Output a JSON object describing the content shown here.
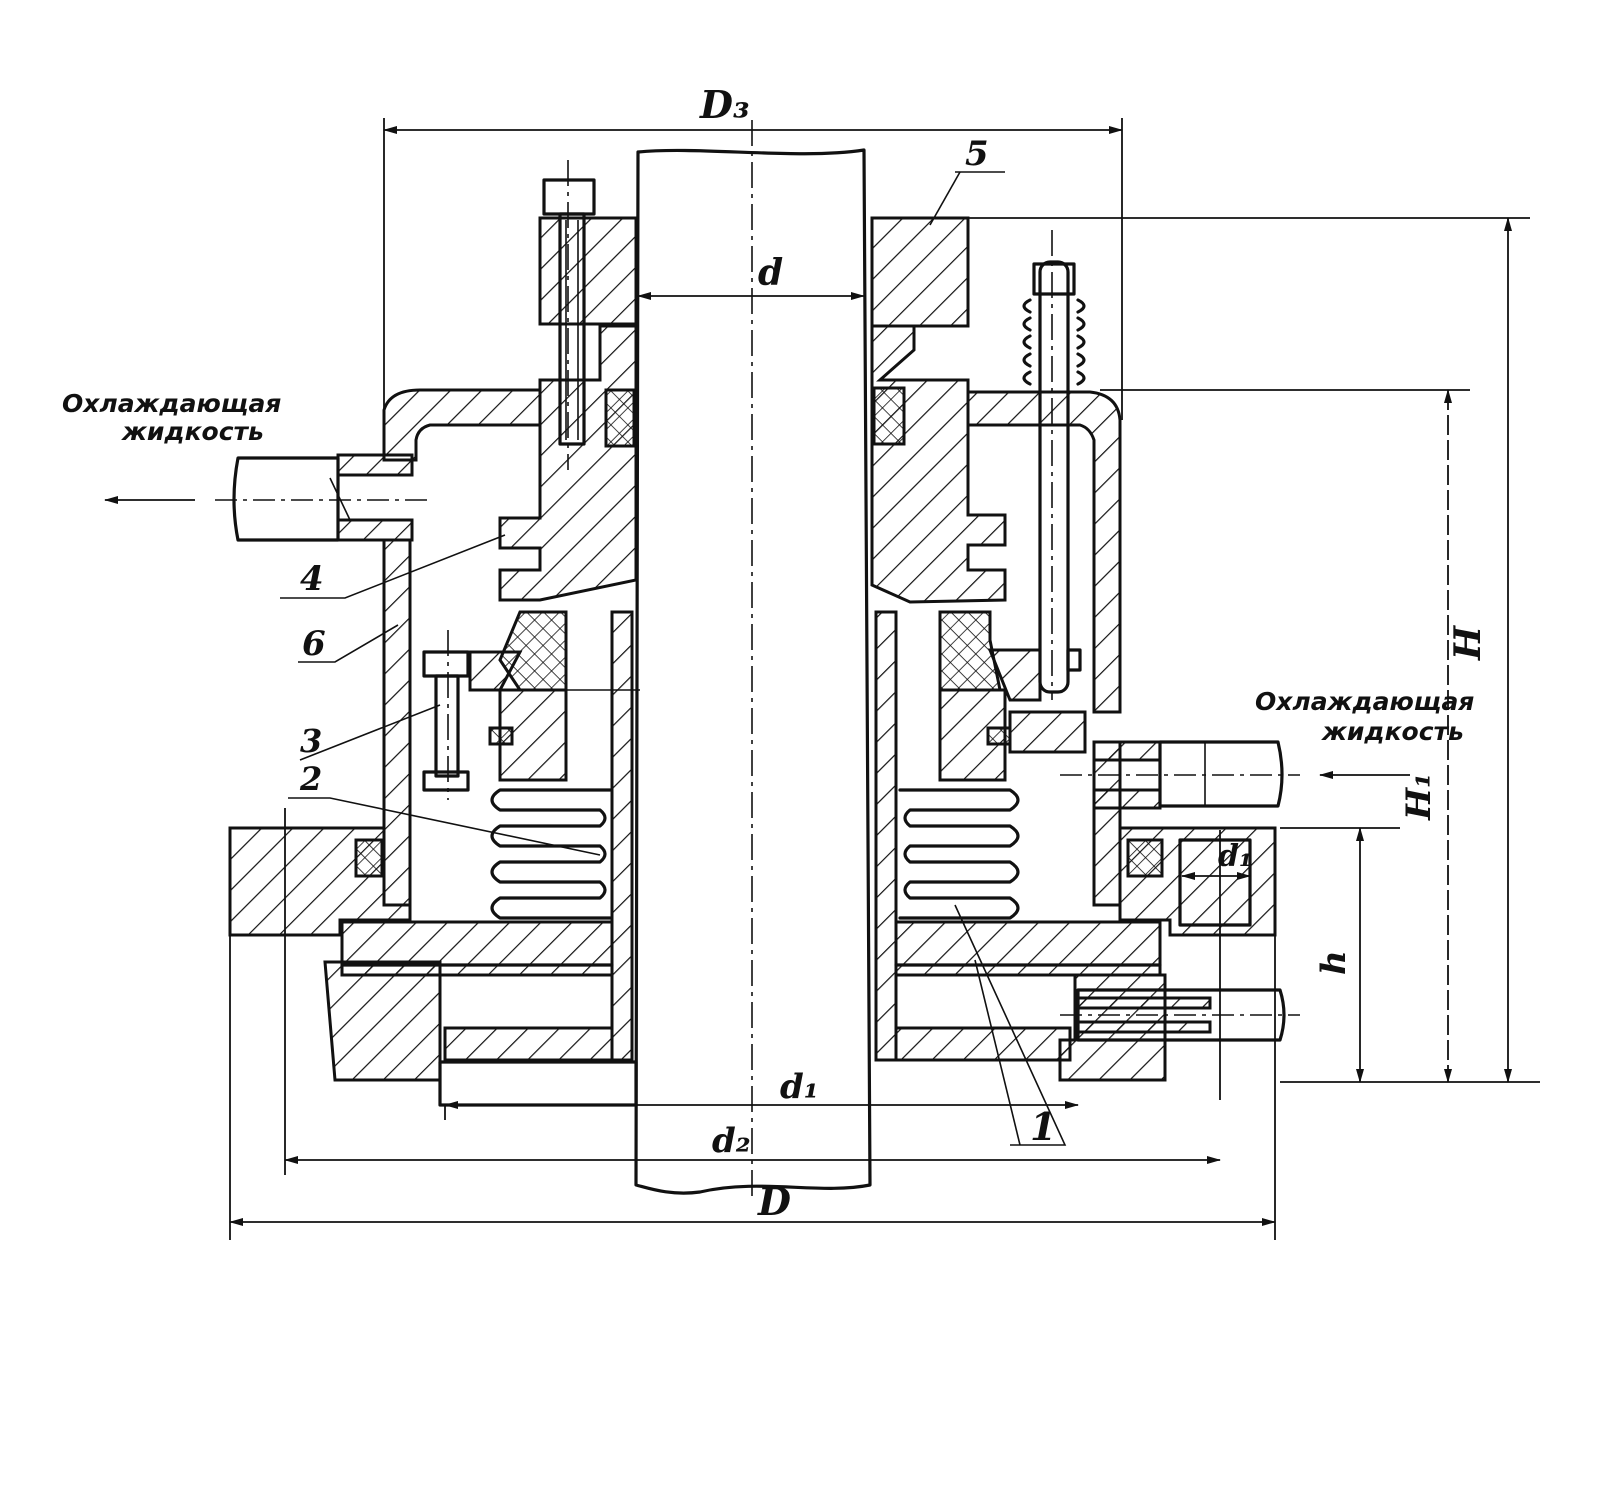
{
  "labels": {
    "D3": "D₃",
    "d": "d",
    "d1": "d₁",
    "D1": "d₁",
    "D2": "d₂",
    "D": "D",
    "H": "H",
    "H1": "H₁",
    "h": "h",
    "part_5": "5",
    "part_4": "4",
    "part_6": "6",
    "part_3": "3",
    "part_2": "2",
    "part_1": "1"
  },
  "notes": {
    "coolant_left_line1": "Охлаждающая",
    "coolant_left_line2": "жидкость",
    "coolant_right_line1": "Охлаждающая",
    "coolant_right_line2": "жидкость"
  }
}
